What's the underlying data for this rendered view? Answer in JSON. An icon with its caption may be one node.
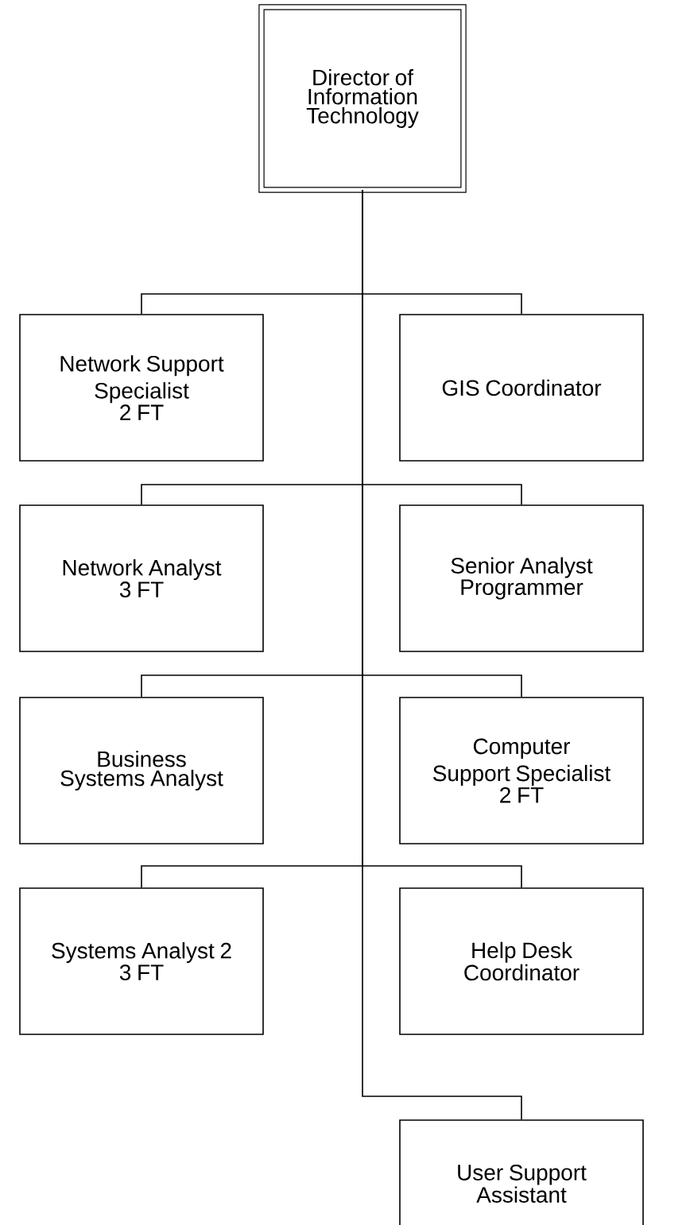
{
  "diagram": {
    "nodes": [
      {
        "text": [
          "Director of Information Technology"
        ]
      },
      {
        "text": [
          "Network Support Specialist",
          "2 FT"
        ]
      },
      {
        "text": [
          "GIS Coordinator"
        ]
      },
      {
        "text": [
          "Network Analyst",
          "3 FT"
        ]
      },
      {
        "text": [
          "Senior Analyst Programmer"
        ]
      },
      {
        "text": [
          "Business Systems Analyst"
        ]
      },
      {
        "text": [
          "Computer Support Specialist",
          "2 FT"
        ]
      },
      {
        "text": [
          "Systems Analyst 2",
          "3 FT"
        ]
      },
      {
        "text": [
          "Help Desk Coordinator"
        ]
      },
      {
        "text": [
          "User Support Assistant"
        ]
      }
    ],
    "edges": [
      {
        "from": 0,
        "to": 1,
        "arrow": "none"
      },
      {
        "from": 0,
        "to": 2,
        "arrow": "none"
      },
      {
        "from": 0,
        "to": 3,
        "arrow": "none"
      },
      {
        "from": 0,
        "to": 4,
        "arrow": "none"
      },
      {
        "from": 0,
        "to": 5,
        "arrow": "none"
      },
      {
        "from": 0,
        "to": 6,
        "arrow": "none"
      },
      {
        "from": 0,
        "to": 7,
        "arrow": "none"
      },
      {
        "from": 0,
        "to": 8,
        "arrow": "none"
      },
      {
        "from": 0,
        "to": 9,
        "arrow": "none"
      }
    ]
  }
}
